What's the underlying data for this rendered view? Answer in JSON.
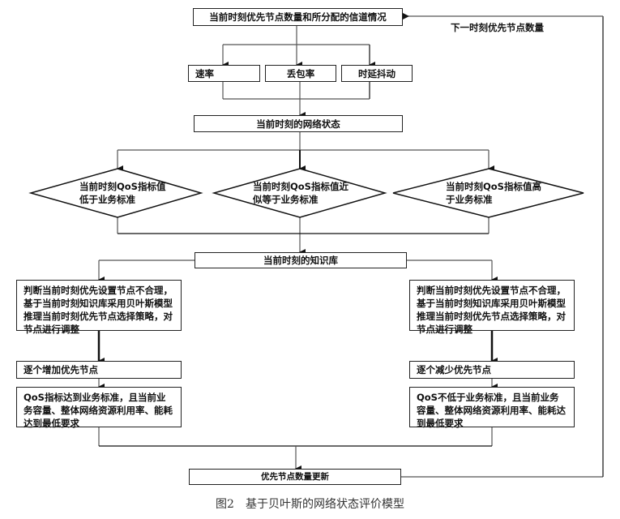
{
  "diagram": {
    "top_box": "当前时刻优先节点数量和所分配的信道情况",
    "feedback_label": "下一时刻优先节点数量",
    "metrics": [
      "速率",
      "丢包率",
      "时延抖动"
    ],
    "network_state": "当前时刻的网络状态",
    "decisions": [
      {
        "line1": "当前时刻QoS指标值",
        "line2": "低于业务标准"
      },
      {
        "line1": "当前时刻QoS指标值近",
        "line2": "似等于业务标准"
      },
      {
        "line1": "当前时刻QoS指标值高",
        "line2": "于业务标准"
      }
    ],
    "knowledge_base": "当前时刻的知识库",
    "left_branch": {
      "judge": "判断当前时刻优先设置节点不合理，基于当前时刻知识库采用贝叶斯模型推理当前时刻优先节点选择策略，对节点进行调整",
      "action": "逐个增加优先节点",
      "condition": "QoS指标达到业务标准，且当前业务容量、整体网络资源利用率、能耗达到最低要求"
    },
    "right_branch": {
      "judge": "判断当前时刻优先设置节点不合理，基于当前时刻知识库采用贝叶斯模型推理当前时刻优先节点选择策略，对节点进行调整",
      "action": "逐个减少优先节点",
      "condition": "QoS不低于业务标准，且当前业务容量、整体网络资源利用率、能耗达到最低要求"
    },
    "update_box": "优先节点数量更新"
  },
  "caption": "图2　基于贝叶斯的网络状态评价模型"
}
